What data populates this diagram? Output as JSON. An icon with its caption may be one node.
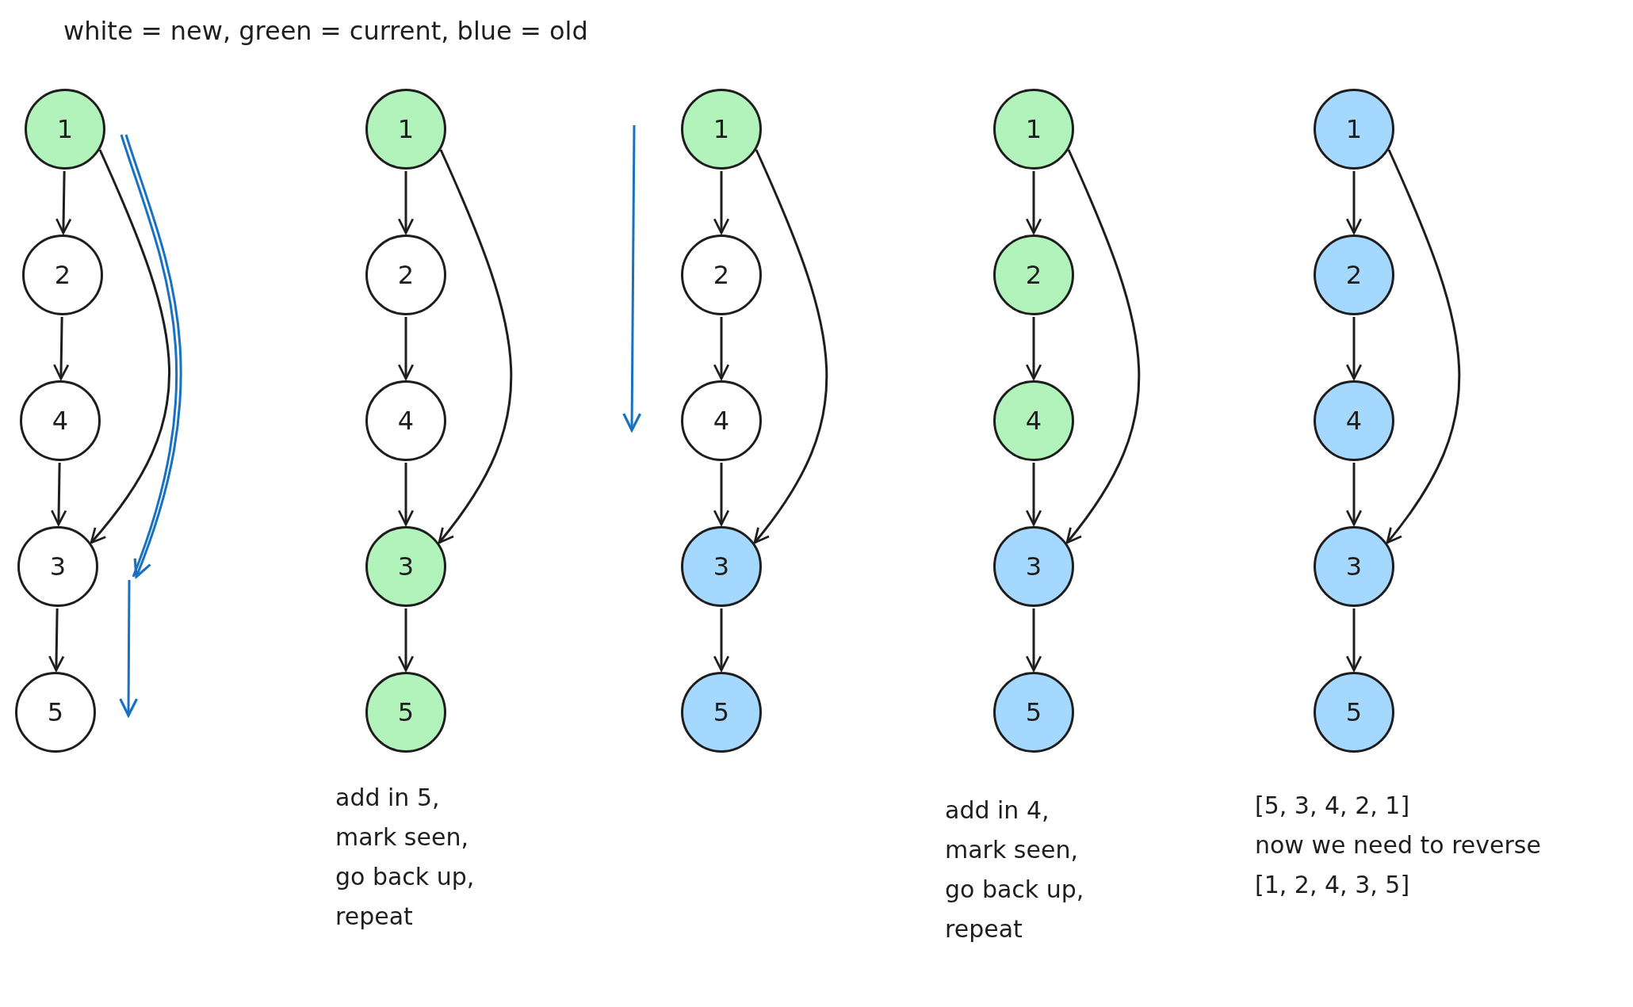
{
  "diagram": {
    "title": "white = new, green = current, blue = old",
    "nodes": [
      {
        "text": [
          "1"
        ]
      },
      {
        "text": [
          "2"
        ]
      },
      {
        "text": [
          "4"
        ]
      },
      {
        "text": [
          "3"
        ]
      },
      {
        "text": [
          "5"
        ]
      },
      {
        "text": [
          "1"
        ]
      },
      {
        "text": [
          "2"
        ]
      },
      {
        "text": [
          "4"
        ]
      },
      {
        "text": [
          "3"
        ]
      },
      {
        "text": [
          "5"
        ]
      },
      {
        "text": [
          "1"
        ]
      },
      {
        "text": [
          "2"
        ]
      },
      {
        "text": [
          "4"
        ]
      },
      {
        "text": [
          "3"
        ]
      },
      {
        "text": [
          "5"
        ]
      },
      {
        "text": [
          "1"
        ]
      },
      {
        "text": [
          "2"
        ]
      },
      {
        "text": [
          "4"
        ]
      },
      {
        "text": [
          "3"
        ]
      },
      {
        "text": [
          "5"
        ]
      },
      {
        "text": [
          "1"
        ]
      },
      {
        "text": [
          "2"
        ]
      },
      {
        "text": [
          "4"
        ]
      },
      {
        "text": [
          "3"
        ]
      },
      {
        "text": [
          "5"
        ]
      }
    ],
    "edges": [
      {
        "from": 0,
        "to": 1,
        "arrow": "to"
      },
      {
        "from": 1,
        "to": 2,
        "arrow": "to"
      },
      {
        "from": 2,
        "to": 3,
        "arrow": "to"
      },
      {
        "from": 3,
        "to": 4,
        "arrow": "to"
      },
      {
        "from": 0,
        "to": 3,
        "arrow": "to"
      },
      {
        "from": 5,
        "to": 6,
        "arrow": "to"
      },
      {
        "from": 6,
        "to": 7,
        "arrow": "to"
      },
      {
        "from": 7,
        "to": 8,
        "arrow": "to"
      },
      {
        "from": 8,
        "to": 9,
        "arrow": "to"
      },
      {
        "from": 5,
        "to": 8,
        "arrow": "to"
      },
      {
        "from": 10,
        "to": 11,
        "arrow": "to"
      },
      {
        "from": 11,
        "to": 12,
        "arrow": "to"
      },
      {
        "from": 12,
        "to": 13,
        "arrow": "to"
      },
      {
        "from": 13,
        "to": 14,
        "arrow": "to"
      },
      {
        "from": 10,
        "to": 13,
        "arrow": "to"
      },
      {
        "from": 15,
        "to": 16,
        "arrow": "to"
      },
      {
        "from": 16,
        "to": 17,
        "arrow": "to"
      },
      {
        "from": 17,
        "to": 18,
        "arrow": "to"
      },
      {
        "from": 18,
        "to": 19,
        "arrow": "to"
      },
      {
        "from": 15,
        "to": 18,
        "arrow": "to"
      },
      {
        "from": 20,
        "to": 21,
        "arrow": "to"
      },
      {
        "from": 21,
        "to": 22,
        "arrow": "to"
      },
      {
        "from": 22,
        "to": 23,
        "arrow": "to"
      },
      {
        "from": 23,
        "to": 24,
        "arrow": "to"
      },
      {
        "from": 20,
        "to": 23,
        "arrow": "to"
      }
    ],
    "labels": [
      "add in 5, mark seen, go back up, repeat",
      "add in 4, mark seen, go back up, repeat",
      "[5, 3, 4, 2, 1]",
      "now we need to reverse",
      "[1, 2, 4, 3, 5]"
    ]
  }
}
